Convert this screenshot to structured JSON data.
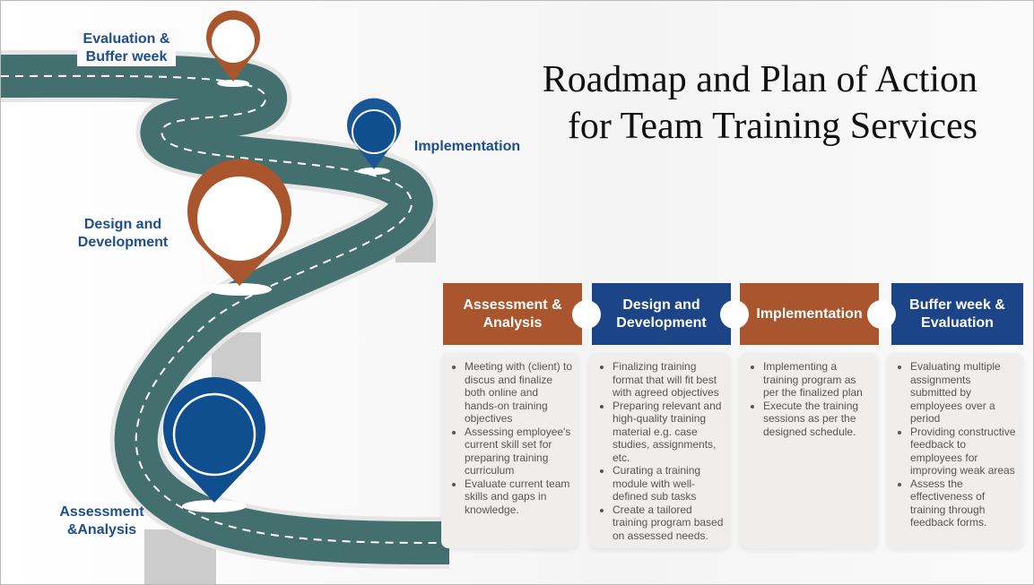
{
  "title": "Roadmap and Plan of Action for Team Training Services",
  "road_labels": {
    "evaluation": "Evaluation & Buffer week",
    "implementation": "Implementation",
    "design": "Design and Development",
    "assessment": "Assessment &Analysis"
  },
  "colors": {
    "orange": "#a9552e",
    "blue": "#1c4587",
    "road": "#446f6f"
  },
  "columns": [
    {
      "header": "Assessment & Analysis",
      "items": [
        "Meeting with (client) to discus and finalize both online and hands-on  training objectives",
        "Assessing employee's current skill set for preparing training curriculum",
        "Evaluate current team skills and gaps in knowledge."
      ]
    },
    {
      "header": "Design and Development",
      "items": [
        "Finalizing training format that will fit best with agreed objectives",
        "Preparing relevant and high-quality training material e.g. case studies, assignments, etc.",
        "Curating a training module with well-defined sub tasks",
        "Create a tailored training program based on assessed needs."
      ]
    },
    {
      "header": "Implementation",
      "items": [
        "Implementing a training program as per the finalized plan",
        "Execute the training sessions as per the designed schedule."
      ]
    },
    {
      "header": "Buffer week & Evaluation",
      "items": [
        "Evaluating multiple assignments submitted by employees over a period",
        "Providing constructive feedback to employees for improving weak areas",
        "Assess the effectiveness of training through feedback forms."
      ]
    }
  ]
}
